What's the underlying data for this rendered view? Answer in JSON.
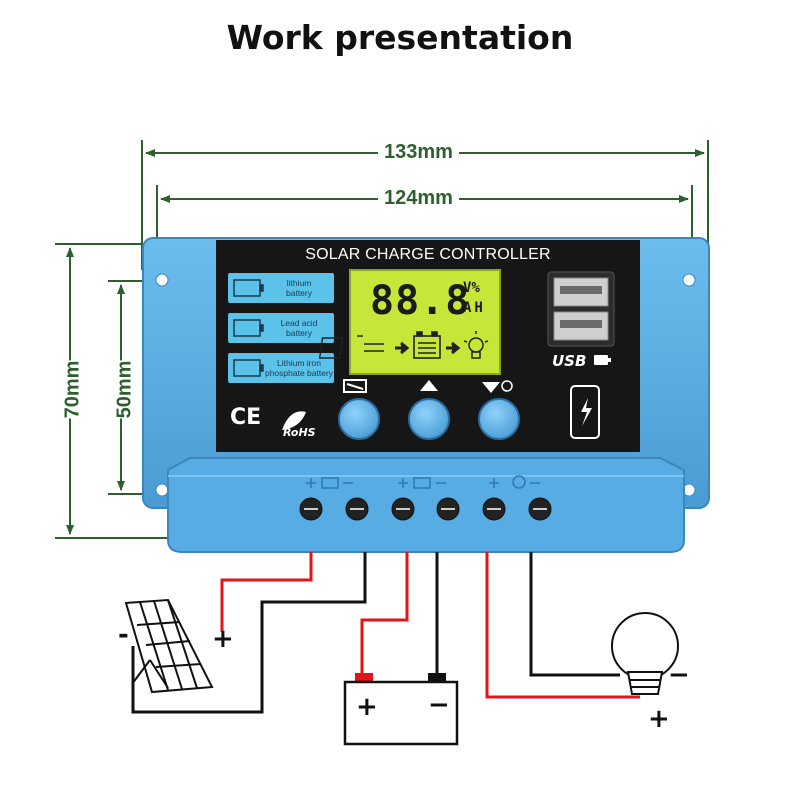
{
  "title": "Work presentation",
  "dimensions": {
    "total_width": "133mm",
    "hole_width": "124mm",
    "total_height": "70mm",
    "panel_height": "50mm"
  },
  "panel": {
    "heading": "SOLAR CHARGE CONTROLLER",
    "battery_types": [
      {
        "label_line1": "lithium",
        "label_line2": "battery",
        "icon": "battery-icon"
      },
      {
        "label_line1": "Lead acid",
        "label_line2": "battery",
        "icon": "battery-icon"
      },
      {
        "label_line1": "Lithium iron",
        "label_line2": "phosphate battery",
        "icon": "battery-icon"
      }
    ],
    "lcd": {
      "digits": "88.8",
      "unit_top": "V%",
      "unit_bottom": "AH"
    },
    "usb_label": "USB",
    "certifications": {
      "ce": "CE",
      "rohs": "RoHS"
    },
    "buttons": [
      {
        "icon": "menu-icon"
      },
      {
        "icon": "up-icon"
      },
      {
        "icon": "down-light-icon"
      }
    ]
  },
  "wiring": {
    "solar_plus": "+",
    "solar_minus": "-",
    "battery_plus": "+",
    "battery_minus": "−",
    "load_plus": "+",
    "load_minus": "−"
  },
  "colors": {
    "casing": "#5fb0e3",
    "casing_dark": "#3f8fc6",
    "panel": "#161616",
    "lcd": "#c7e63a",
    "dimension_text": "#2e5f2e",
    "wire_red": "#e0141a",
    "wire_black": "#111111"
  }
}
